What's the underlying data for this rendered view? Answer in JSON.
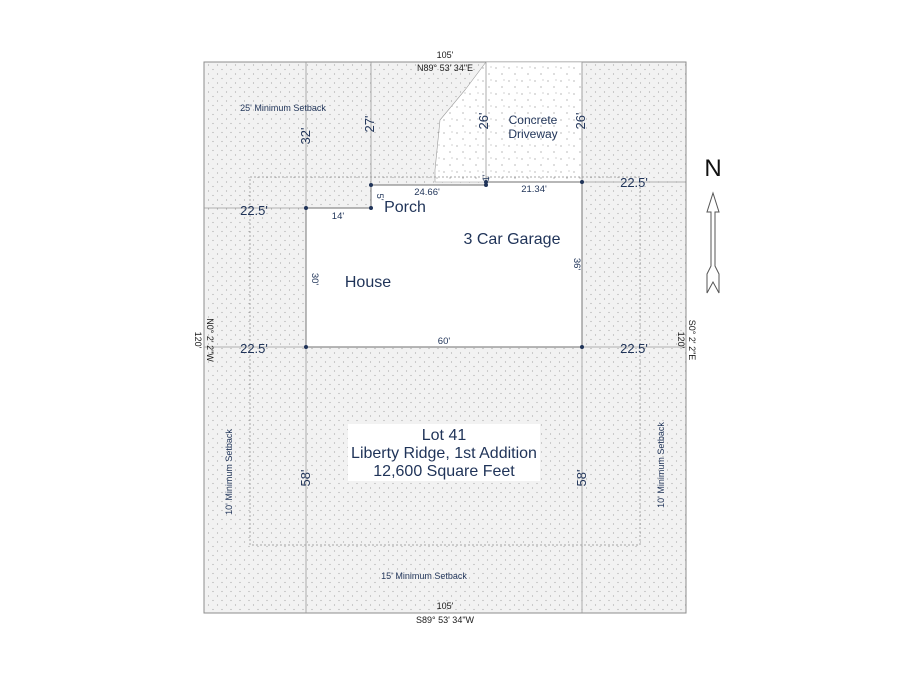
{
  "colors": {
    "lot_fill": "#f2f2f2",
    "stipple": "#a8a8a8",
    "line": "#8c8c8c",
    "text": "#1f3358",
    "driveway_fill": "#ffffff"
  },
  "boundary": {
    "north": {
      "length": "105'",
      "bearing": "N89° 53' 34\"E"
    },
    "south": {
      "length": "105'",
      "bearing": "S89° 53' 34\"W"
    },
    "west": {
      "length": "120'",
      "bearing": "N0° 2' 2\"W"
    },
    "east": {
      "length": "120'",
      "bearing": "S0° 2' 2\"E"
    }
  },
  "setbacks": {
    "front": "25' Minimum Setback",
    "rear": "15' Minimum Setback",
    "left_side": "10' Minimum Setback",
    "right_side": "10' Minimum Setback"
  },
  "building": {
    "house_label": "House",
    "garage_label": "3 Car Garage",
    "porch_label": "Porch"
  },
  "driveway": {
    "label_line1": "Concrete",
    "label_line2": "Driveway"
  },
  "dimensions": {
    "front_left": "32'",
    "front_porch": "27'",
    "front_mid": "26'",
    "front_right": "26'",
    "porch_width": "14'",
    "porch_depth": "5'",
    "house_front_segment": "24.66'",
    "jog": "1'",
    "garage_front_segment": "21.34'",
    "house_depth": "30'",
    "garage_depth": "36'",
    "house_width": "60'",
    "left_side_front": "22.5'",
    "right_side_front": "22.5'",
    "left_side_rear": "22.5'",
    "right_side_rear": "22.5'",
    "rear_left": "58'",
    "rear_right": "58'"
  },
  "lot": {
    "line1": "Lot 41",
    "line2": "Liberty Ridge, 1st Addition",
    "line3": "12,600 Square Feet"
  },
  "north_arrow": {
    "label": "N"
  }
}
